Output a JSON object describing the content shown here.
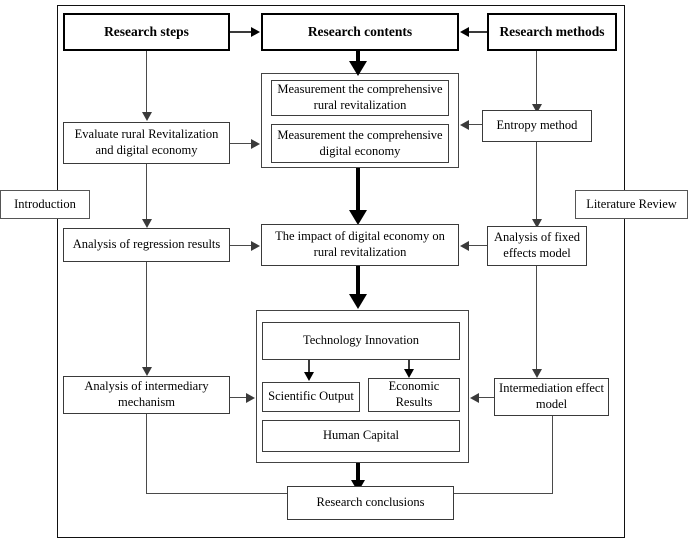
{
  "diagram": {
    "title": "Research framework flowchart",
    "headers": [
      {
        "id": "research-steps",
        "label": "Research steps"
      },
      {
        "id": "research-contents",
        "label": "Research contents"
      },
      {
        "id": "research-methods",
        "label": "Research methods"
      }
    ],
    "side_labels": [
      {
        "id": "introduction",
        "label": "Introduction"
      },
      {
        "id": "literature-review",
        "label": "Literature Review"
      }
    ],
    "nodes": [
      {
        "id": "evaluate-rural",
        "label": "Evaluate rural  Revitalization and digital economy"
      },
      {
        "id": "measure-revitalization",
        "label": "Measurement the comprehensive rural revitalization"
      },
      {
        "id": "measure-digital",
        "label": "Measurement the comprehensive digital economy"
      },
      {
        "id": "entropy-method",
        "label": "Entropy  method"
      },
      {
        "id": "regression-results",
        "label": "Analysis of regression results"
      },
      {
        "id": "impact-digital",
        "label": "The impact of digital economy on rural revitalization"
      },
      {
        "id": "fixed-effects",
        "label": "Analysis of fixed effects model"
      },
      {
        "id": "intermediary-mechanism",
        "label": "Analysis of intermediary mechanism"
      },
      {
        "id": "technology-innovation",
        "label": "Technology Innovation"
      },
      {
        "id": "scientific-output",
        "label": "Scientific Output"
      },
      {
        "id": "economic-results",
        "label": "Economic Results"
      },
      {
        "id": "human-capital",
        "label": "Human Capital"
      },
      {
        "id": "intermediation-effect",
        "label": "Intermediation effect model"
      },
      {
        "id": "research-conclusions",
        "label": "Research conclusions"
      }
    ],
    "colors": {
      "line": "#4a4a4a",
      "box_border": "#3a3a3a",
      "header_border": "#000000",
      "background": "#ffffff",
      "text": "#000000"
    }
  }
}
